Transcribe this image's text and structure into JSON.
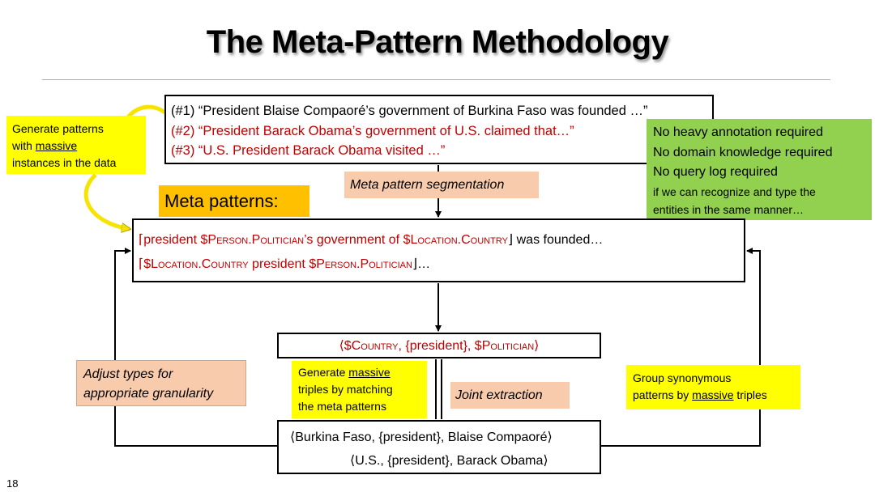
{
  "title": "The Meta-Pattern Methodology",
  "page_number": "18",
  "sentences": [
    "(#1) “President Blaise Compaoré’s government of Burkina Faso was founded …”",
    "(#2) “President Barack Obama’s government of U.S. claimed that…”",
    "(#3) “U.S. President Barack Obama visited …”"
  ],
  "generate_instances": {
    "line1": "Generate patterns",
    "line2_pre": "with ",
    "line2_u": "massive",
    "line3": "instances in the data"
  },
  "requirements": {
    "items": [
      "No heavy annotation required",
      "No domain knowledge required",
      "No query log required"
    ],
    "note1": "if we can recognize and type the",
    "note2": "entities in the same manner…"
  },
  "meta_pattern_segmentation": "Meta pattern segmentation",
  "meta_patterns_label": "Meta patterns:",
  "meta_patterns": {
    "p1_open": "⌈",
    "p1_a": "president $",
    "p1_b": "Person.Politician",
    "p1_c": "’s government of $",
    "p1_d": "Location.Country",
    "p1_close": "⌋",
    "p1_tail": " was founded…",
    "p2_open": "⌈",
    "p2_a": "$",
    "p2_b": "Location.Country",
    "p2_c": " president $",
    "p2_d": "Person.Politician",
    "p2_close": "⌋",
    "p2_tail": "…"
  },
  "tuple_pattern": {
    "open": "⟨$",
    "country": "Country",
    "mid": ", {president}, $",
    "politician": "Politician",
    "close": "⟩"
  },
  "generate_triples": {
    "line1_pre": "Generate ",
    "line1_u": "massive",
    "line2": "triples by matching",
    "line3": "the meta patterns"
  },
  "joint_extraction": "Joint extraction",
  "adjust_types": {
    "line1": "Adjust types for",
    "line2": "appropriate granularity"
  },
  "group_synonymous": {
    "line1": "Group synonymous",
    "line2_pre": "patterns by ",
    "line2_u": "massive",
    "line2_post": " triples"
  },
  "triples": [
    "⟨Burkina Faso, {president}, Blaise Compaoré⟩",
    "⟨U.S., {president}, Barack Obama⟩"
  ],
  "colors": {
    "red": "#c00000",
    "yellow": "#ffff00",
    "green": "#92d050",
    "peach": "#f8cbad",
    "orange": "#ffc000"
  }
}
